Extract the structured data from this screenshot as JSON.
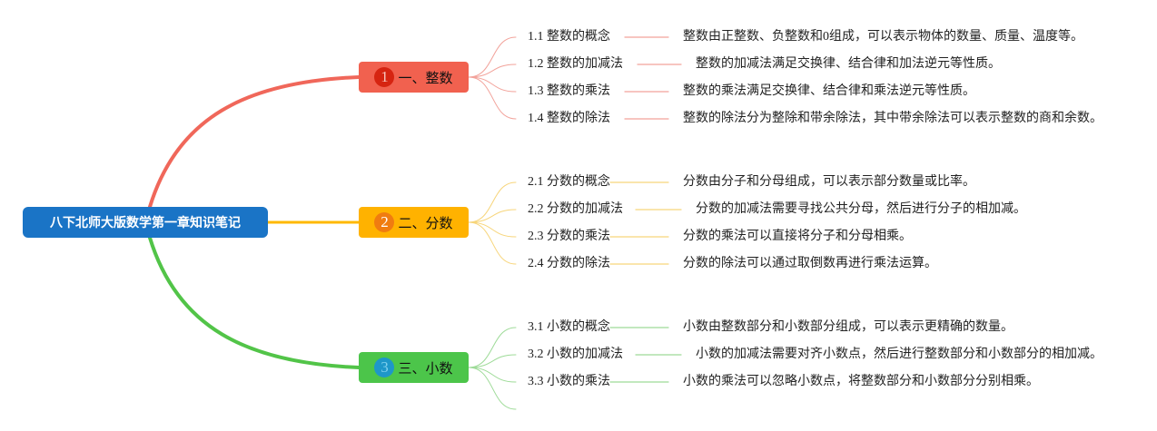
{
  "root": {
    "label": "八下北师大版数学第一章知识笔记"
  },
  "branches": [
    {
      "number": "1",
      "label": "一、整数",
      "color": "#f1614f",
      "badge_color": "#d62411",
      "line_color": "#f0675a",
      "leaf_line_color": "#f2a29a",
      "items": [
        {
          "title": "1.1 整数的概念",
          "desc": "整数由正整数、负整数和0组成，可以表示物体的数量、质量、温度等。"
        },
        {
          "title": "1.2 整数的加减法",
          "desc": "整数的加减法满足交换律、结合律和加法逆元等性质。"
        },
        {
          "title": "1.3 整数的乘法",
          "desc": "整数的乘法满足交换律、结合律和乘法逆元等性质。"
        },
        {
          "title": "1.4 整数的除法",
          "desc": "整数的除法分为整除和带余除法，其中带余除法可以表示整数的商和余数。"
        }
      ]
    },
    {
      "number": "2",
      "label": "二、分数",
      "color": "#ffb200",
      "badge_color": "#f07c10",
      "line_color": "#ffb800",
      "leaf_line_color": "#f7d57a",
      "items": [
        {
          "title": "2.1 分数的概念",
          "desc": "分数由分子和分母组成，可以表示部分数量或比率。"
        },
        {
          "title": "2.2 分数的加减法",
          "desc": "分数的加减法需要寻找公共分母，然后进行分子的相加减。"
        },
        {
          "title": "2.3 分数的乘法",
          "desc": "分数的乘法可以直接将分子和分母相乘。"
        },
        {
          "title": "2.4 分数的除法",
          "desc": "分数的除法可以通过取倒数再进行乘法运算。"
        }
      ]
    },
    {
      "number": "3",
      "label": "三、小数",
      "color": "#4cc54a",
      "badge_color": "#1e97c9",
      "line_color": "#52c448",
      "leaf_line_color": "#9edb98",
      "items": [
        {
          "title": "3.1 小数的概念",
          "desc": "小数由整数部分和小数部分组成，可以表示更精确的数量。"
        },
        {
          "title": "3.2 小数的加减法",
          "desc": "小数的加减法需要对齐小数点，然后进行整数部分和小数部分的相加减。"
        },
        {
          "title": "3.3 小数的乘法",
          "desc": "小数的乘法可以忽略小数点，将整数部分和小数部分分别相乘。"
        },
        {
          "title": "",
          "desc": ""
        }
      ]
    }
  ]
}
